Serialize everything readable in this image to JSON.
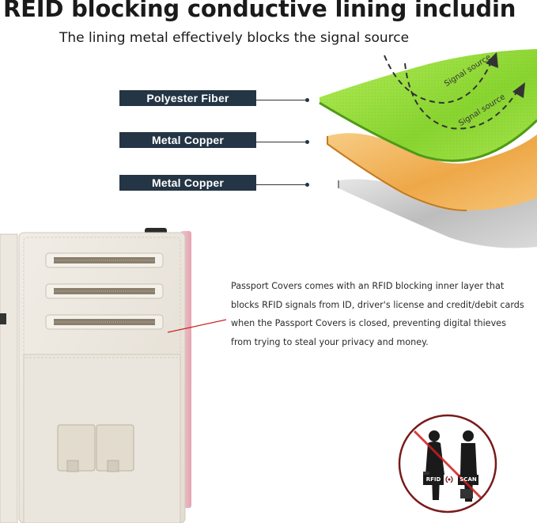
{
  "header": {
    "title": "REID blocking conductive lining includin",
    "subtitle": "The lining metal effectively blocks the signal source"
  },
  "layers": [
    {
      "label": "Polyester Fiber"
    },
    {
      "label": "Metal Copper"
    },
    {
      "label": "Metal Copper"
    }
  ],
  "diagram": {
    "signal_label_1": "Signal source",
    "signal_label_2": "Signal source",
    "colors": {
      "polyester": "#8ed63a",
      "copper": "#f0b35a",
      "metal": "#c8c8c8",
      "label_bg": "#243545",
      "pointer_line": "#cc2222"
    }
  },
  "description": "Passport Covers comes with an RFID blocking inner layer that blocks RFID signals from ID, driver's license and credit/debit cards when the Passport Covers is closed, preventing digital thieves from trying to steal your privacy and money.",
  "badge": {
    "rfid_label": "RFID",
    "scan_label": "SCAN"
  }
}
